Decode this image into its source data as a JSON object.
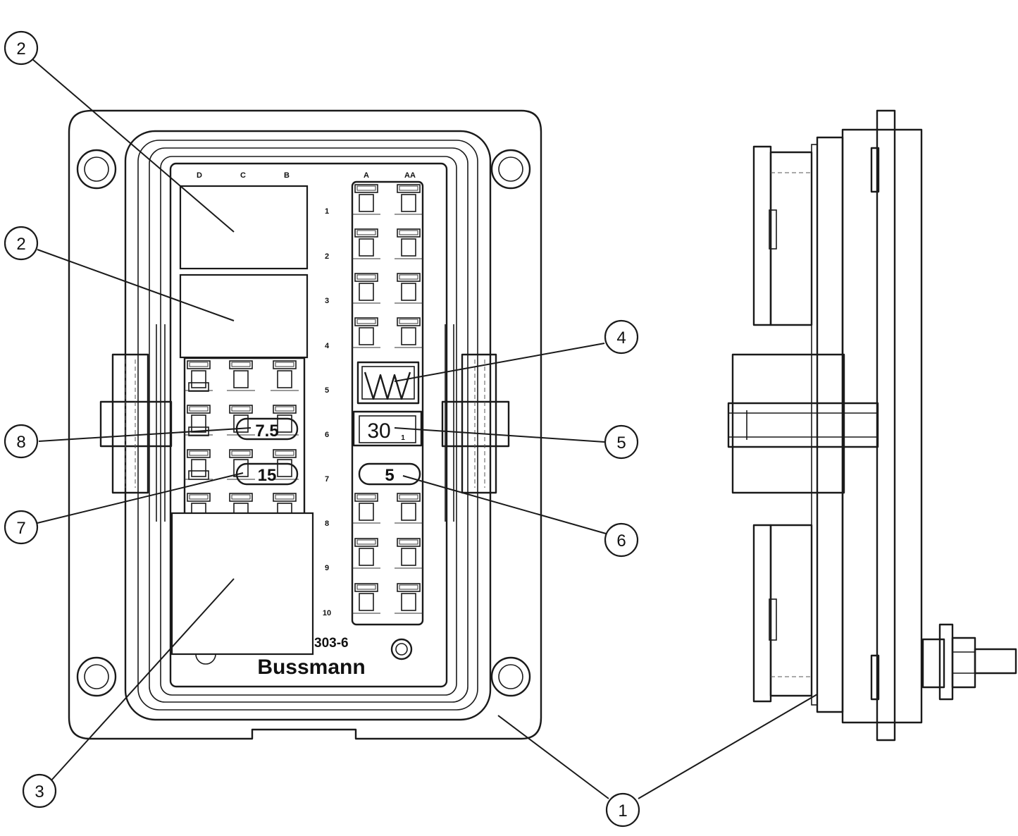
{
  "diagram": {
    "brand": "Bussmann",
    "part_fragment": "303-6",
    "column_labels": [
      "D",
      "C",
      "B",
      "A",
      "AA"
    ],
    "row_labels": [
      "1",
      "2",
      "3",
      "4",
      "5",
      "6",
      "7",
      "8",
      "9",
      "10"
    ],
    "small_label_1": "1",
    "fuses": {
      "fuse_7_5": "7.5",
      "fuse_15": "15",
      "fuse_30": "30",
      "fuse_5": "5"
    },
    "callouts": [
      {
        "label": "2"
      },
      {
        "label": "2"
      },
      {
        "label": "8"
      },
      {
        "label": "7"
      },
      {
        "label": "3"
      },
      {
        "label": "4"
      },
      {
        "label": "5"
      },
      {
        "label": "6"
      },
      {
        "label": "1"
      }
    ]
  }
}
